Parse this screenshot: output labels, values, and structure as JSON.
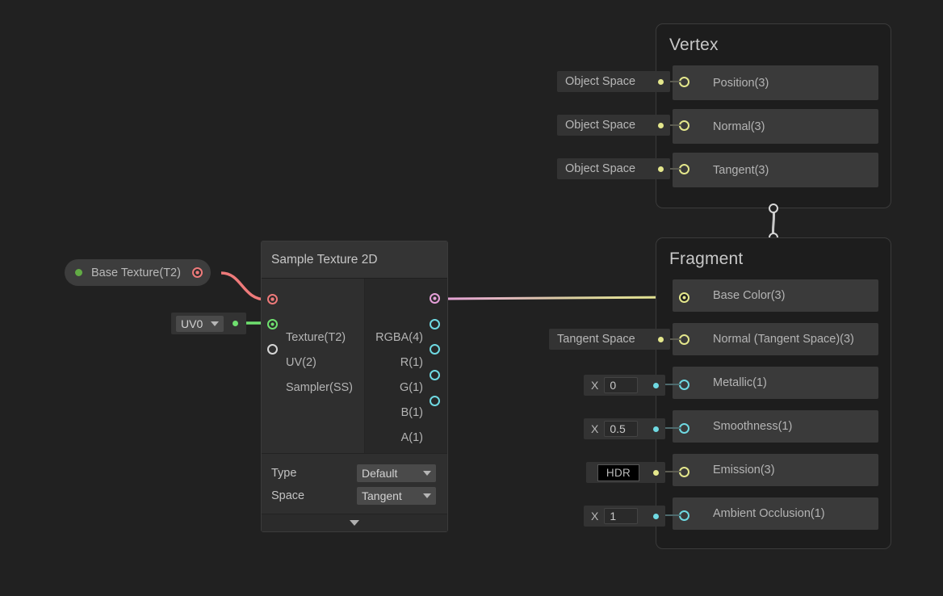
{
  "app": {
    "name": "Shader Graph Canvas",
    "background": "#212121"
  },
  "palette": {
    "yellow": "#e4e78c",
    "cyan": "#6fd9e2",
    "green": "#62ab45",
    "red": "#ee7a7a",
    "pink": "#e59fd8",
    "node_bg": "#1d1d1d",
    "row_bg": "#3a3a3a"
  },
  "vertex_node": {
    "title": "Vertex",
    "slots": [
      {
        "label": "Position(3)",
        "space": "Object Space",
        "port_color": "yellow",
        "connected": false
      },
      {
        "label": "Normal(3)",
        "space": "Object Space",
        "port_color": "yellow",
        "connected": false
      },
      {
        "label": "Tangent(3)",
        "space": "Object Space",
        "port_color": "yellow",
        "connected": false
      }
    ]
  },
  "fragment_node": {
    "title": "Fragment",
    "slots": [
      {
        "label": "Base Color(3)",
        "port_color": "yellow",
        "connected": true,
        "control": "none"
      },
      {
        "label": "Normal (Tangent Space)(3)",
        "port_color": "yellow",
        "connected": false,
        "control": "space",
        "space": "Tangent Space"
      },
      {
        "label": "Metallic(1)",
        "port_color": "cyan",
        "connected": false,
        "control": "vector1",
        "axis": "X",
        "value": "0"
      },
      {
        "label": "Smoothness(1)",
        "port_color": "cyan",
        "connected": false,
        "control": "vector1",
        "axis": "X",
        "value": "0.5"
      },
      {
        "label": "Emission(3)",
        "port_color": "yellow",
        "connected": false,
        "control": "color",
        "color_label": "HDR"
      },
      {
        "label": "Ambient Occlusion(1)",
        "port_color": "cyan",
        "connected": false,
        "control": "vector1",
        "axis": "X",
        "value": "1"
      }
    ]
  },
  "sample_texture_node": {
    "title": "Sample Texture 2D",
    "inputs": [
      {
        "label": "Texture(T2)",
        "port_color": "red",
        "connected": true
      },
      {
        "label": "UV(2)",
        "port_color": "green",
        "connected": true
      },
      {
        "label": "Sampler(SS)",
        "port_color": "white",
        "connected": false
      }
    ],
    "outputs": [
      {
        "label": "RGBA(4)",
        "port_color": "pink",
        "connected": true
      },
      {
        "label": "R(1)",
        "port_color": "cyan",
        "connected": false
      },
      {
        "label": "G(1)",
        "port_color": "cyan",
        "connected": false
      },
      {
        "label": "B(1)",
        "port_color": "cyan",
        "connected": false
      },
      {
        "label": "A(1)",
        "port_color": "cyan",
        "connected": false
      }
    ],
    "settings": [
      {
        "name": "Type",
        "value": "Default"
      },
      {
        "name": "Space",
        "value": "Tangent"
      }
    ],
    "expander_icon": "chevron-down-icon"
  },
  "property_node": {
    "label": "Base Texture(T2)",
    "dot_color": "#62ab45",
    "port_color": "red"
  },
  "uv_node": {
    "value": "UV0",
    "port_color": "green",
    "dropdown_icon": "caret-down-icon"
  },
  "connections": [
    {
      "from": "Base Texture(T2)",
      "to": "Sample Texture 2D / Texture(T2)",
      "color": "#ee7a7a"
    },
    {
      "from": "UV0",
      "to": "Sample Texture 2D / UV(2)",
      "color": "#6fe06f"
    },
    {
      "from": "Sample Texture 2D / RGBA(4)",
      "to": "Fragment / Base Color(3)",
      "color_start": "#e59fd8",
      "color_end": "#e4e78c"
    },
    {
      "from": "Vertex",
      "to": "Fragment",
      "color": "#cfcfcf"
    }
  ]
}
